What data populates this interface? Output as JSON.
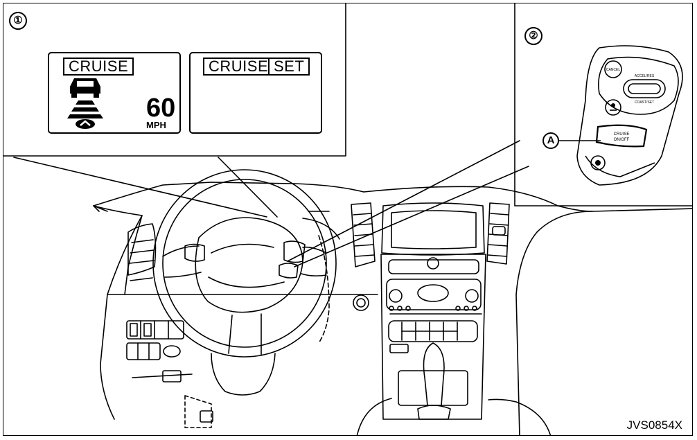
{
  "callouts": {
    "display": "①",
    "switch": "②",
    "cruise_button": "A"
  },
  "display_left": {
    "label": "CRUISE",
    "speed": "60",
    "unit": "MPH"
  },
  "display_right": {
    "label_1": "CRUISE",
    "label_2": "SET"
  },
  "switch_labels": {
    "cancel": "CANCEL",
    "accel_res": "ACCEL/RES",
    "coast_set": "COAST/SET",
    "cruise_1": "CRUISE",
    "cruise_2": "ON/OFF"
  },
  "figure_code": "JVS0854X"
}
